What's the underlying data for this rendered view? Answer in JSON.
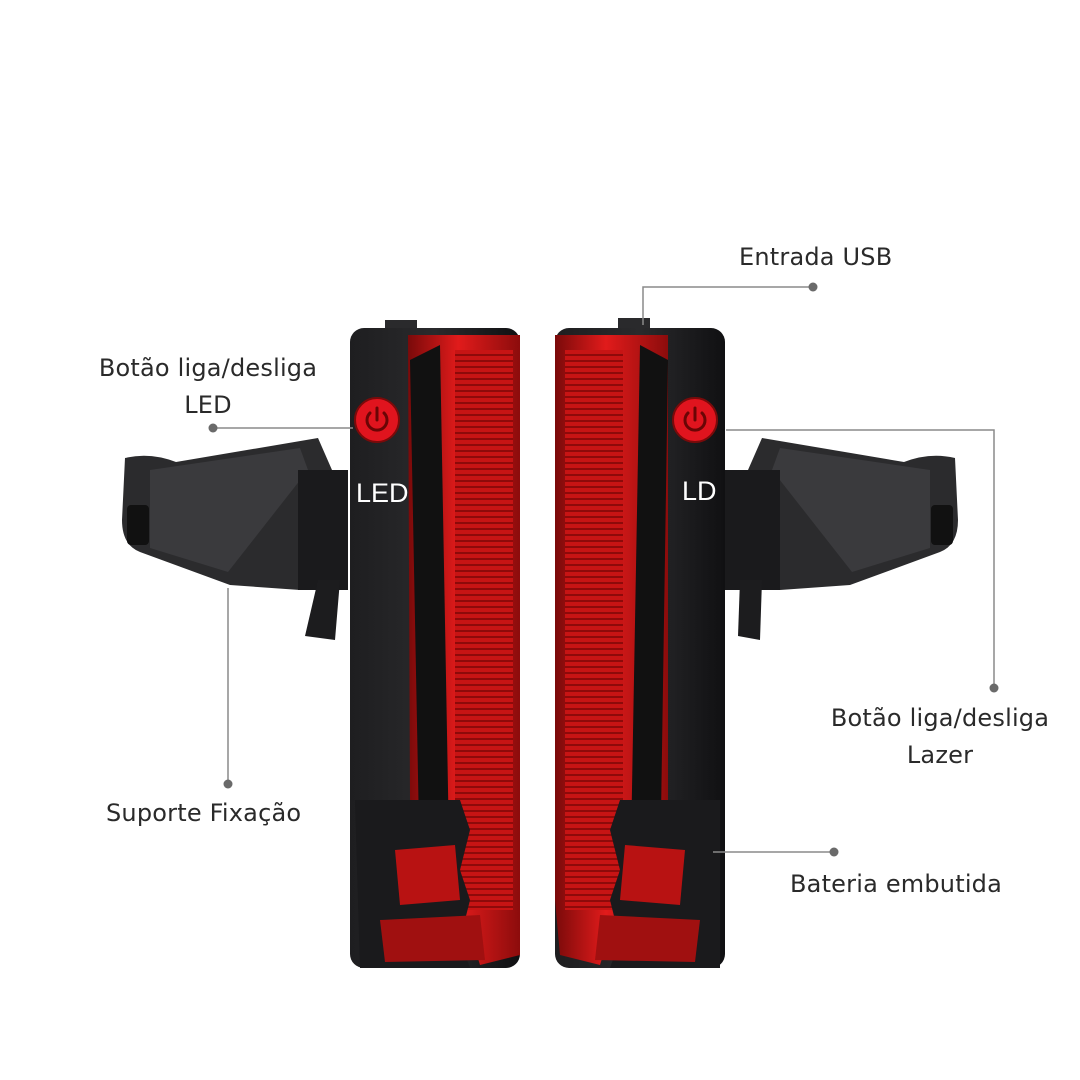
{
  "labels": {
    "usb": "Entrada USB",
    "led_button_line1": "Botão liga/desliga",
    "led_button_line2": "LED",
    "laser_button_line1": "Botão liga/desliga",
    "laser_button_line2": "Lazer",
    "mount": "Suporte Fixação",
    "battery": "Bateria embutida"
  },
  "devices": {
    "left_button_text": "LED",
    "right_button_text": "LD"
  },
  "colors": {
    "background": "#ffffff",
    "body": "#141416",
    "red_light": "#d01414",
    "button_red": "#e0141e",
    "callout_line": "#8a8a8a",
    "label_text": "#2a2a2a"
  }
}
